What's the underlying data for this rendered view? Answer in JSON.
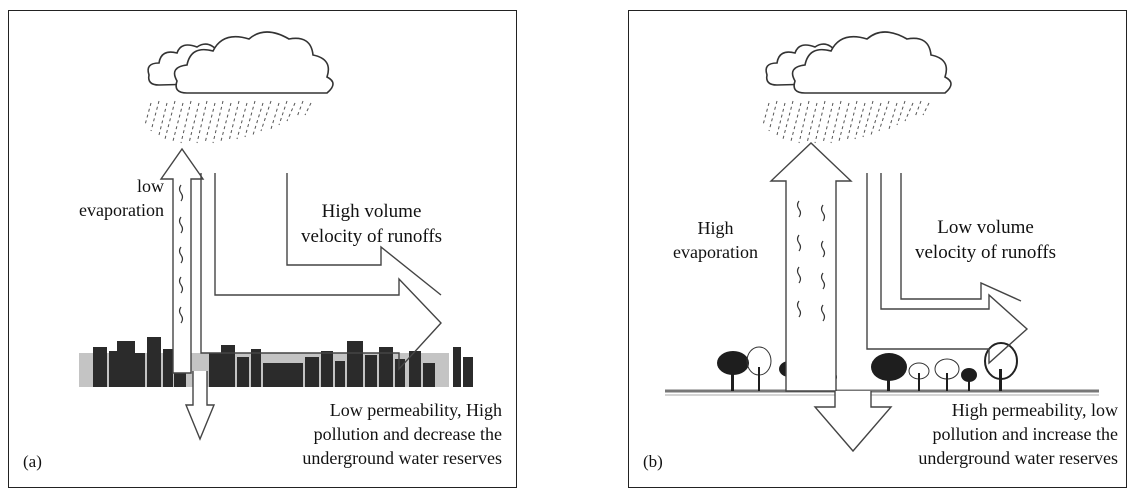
{
  "panel_a": {
    "tag": "(a)",
    "evaporation": [
      "low",
      "evaporation"
    ],
    "runoff": [
      "High volume",
      "velocity of runoffs"
    ],
    "infiltration": [
      "Low permeability, High",
      "pollution and decrease the",
      "underground water reserves"
    ]
  },
  "panel_b": {
    "tag": "(b)",
    "evaporation": [
      "High",
      "evaporation"
    ],
    "runoff": [
      "Low volume",
      "velocity of runoffs"
    ],
    "infiltration": [
      "High permeability, low",
      "pollution and increase the",
      "underground water reserves"
    ]
  },
  "colors": {
    "stroke": "#444444",
    "fill": "#ffffff",
    "ink": "#111111"
  },
  "icons": [
    "cloud-icon",
    "rain-icon",
    "city-skyline-icon",
    "tree-icon"
  ]
}
